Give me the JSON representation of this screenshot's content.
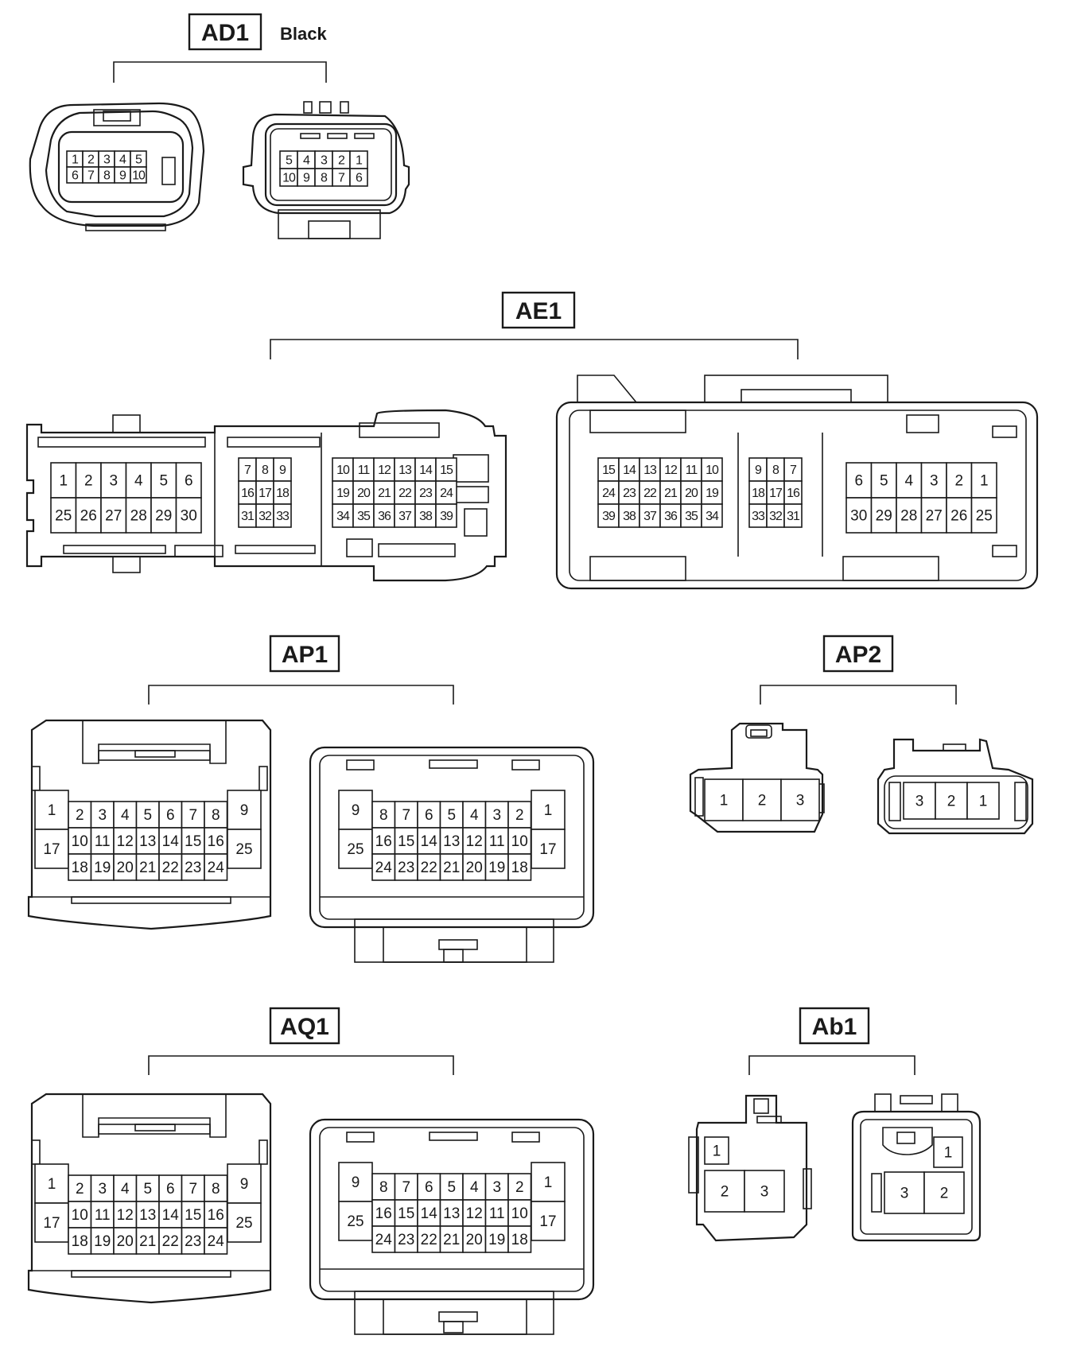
{
  "connectors": {
    "AD1": {
      "label": "AD1",
      "note": "Black",
      "female_rows": [
        [
          "1",
          "2",
          "3",
          "4",
          "5"
        ],
        [
          "6",
          "7",
          "8",
          "9",
          "10"
        ]
      ],
      "male_rows": [
        [
          "5",
          "4",
          "3",
          "2",
          "1"
        ],
        [
          "10",
          "9",
          "8",
          "7",
          "6"
        ]
      ]
    },
    "AE1": {
      "label": "AE1",
      "female_a": [
        [
          "1",
          "2",
          "3",
          "4",
          "5",
          "6"
        ],
        [
          "25",
          "26",
          "27",
          "28",
          "29",
          "30"
        ]
      ],
      "female_b": [
        [
          "7",
          "8",
          "9"
        ],
        [
          "16",
          "17",
          "18"
        ],
        [
          "31",
          "32",
          "33"
        ]
      ],
      "female_c": [
        [
          "10",
          "11",
          "12",
          "13",
          "14",
          "15"
        ],
        [
          "19",
          "20",
          "21",
          "22",
          "23",
          "24"
        ],
        [
          "34",
          "35",
          "36",
          "37",
          "38",
          "39"
        ]
      ],
      "male_a": [
        [
          "15",
          "14",
          "13",
          "12",
          "11",
          "10"
        ],
        [
          "24",
          "23",
          "22",
          "21",
          "20",
          "19"
        ],
        [
          "39",
          "38",
          "37",
          "36",
          "35",
          "34"
        ]
      ],
      "male_b": [
        [
          "9",
          "8",
          "7"
        ],
        [
          "18",
          "17",
          "16"
        ],
        [
          "33",
          "32",
          "31"
        ]
      ],
      "male_c": [
        [
          "6",
          "5",
          "4",
          "3",
          "2",
          "1"
        ],
        [
          "30",
          "29",
          "28",
          "27",
          "26",
          "25"
        ]
      ]
    },
    "AP1": {
      "label": "AP1",
      "female_left": [
        "1",
        "17"
      ],
      "female_mid": [
        [
          "2",
          "3",
          "4",
          "5",
          "6",
          "7",
          "8"
        ],
        [
          "10",
          "11",
          "12",
          "13",
          "14",
          "15",
          "16"
        ],
        [
          "18",
          "19",
          "20",
          "21",
          "22",
          "23",
          "24"
        ]
      ],
      "female_right": [
        "9",
        "25"
      ],
      "male_left": [
        "9",
        "25"
      ],
      "male_mid": [
        [
          "8",
          "7",
          "6",
          "5",
          "4",
          "3",
          "2"
        ],
        [
          "16",
          "15",
          "14",
          "13",
          "12",
          "11",
          "10"
        ],
        [
          "24",
          "23",
          "22",
          "21",
          "20",
          "19",
          "18"
        ]
      ],
      "male_right": [
        "1",
        "17"
      ]
    },
    "AP2": {
      "label": "AP2",
      "female": [
        "1",
        "2",
        "3"
      ],
      "male": [
        "3",
        "2",
        "1"
      ]
    },
    "AQ1": {
      "label": "AQ1",
      "female_left": [
        "1",
        "17"
      ],
      "female_mid": [
        [
          "2",
          "3",
          "4",
          "5",
          "6",
          "7",
          "8"
        ],
        [
          "10",
          "11",
          "12",
          "13",
          "14",
          "15",
          "16"
        ],
        [
          "18",
          "19",
          "20",
          "21",
          "22",
          "23",
          "24"
        ]
      ],
      "female_right": [
        "9",
        "25"
      ],
      "male_left": [
        "9",
        "25"
      ],
      "male_mid": [
        [
          "8",
          "7",
          "6",
          "5",
          "4",
          "3",
          "2"
        ],
        [
          "16",
          "15",
          "14",
          "13",
          "12",
          "11",
          "10"
        ],
        [
          "24",
          "23",
          "22",
          "21",
          "20",
          "19",
          "18"
        ]
      ],
      "male_right": [
        "1",
        "17"
      ]
    },
    "Ab1": {
      "label": "Ab1",
      "female_top": "1",
      "female_bottom": [
        "2",
        "3"
      ],
      "male_top": "1",
      "male_bottom": [
        "3",
        "2"
      ]
    }
  }
}
